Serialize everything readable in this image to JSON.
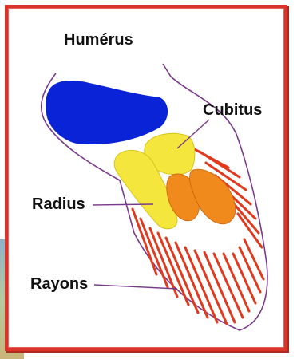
{
  "labels": {
    "humerus": "Humérus",
    "cubitus": "Cubitus",
    "radius": "Radius",
    "rayons": "Rayons"
  },
  "colors": {
    "frame": "#d8342a",
    "outline": "#7a3a8c",
    "humerus": "#0b23d6",
    "cubitus": "#f4e63c",
    "radius": "#f4e63c",
    "carpals": "#f08a1c",
    "rays": "#e0391e"
  }
}
